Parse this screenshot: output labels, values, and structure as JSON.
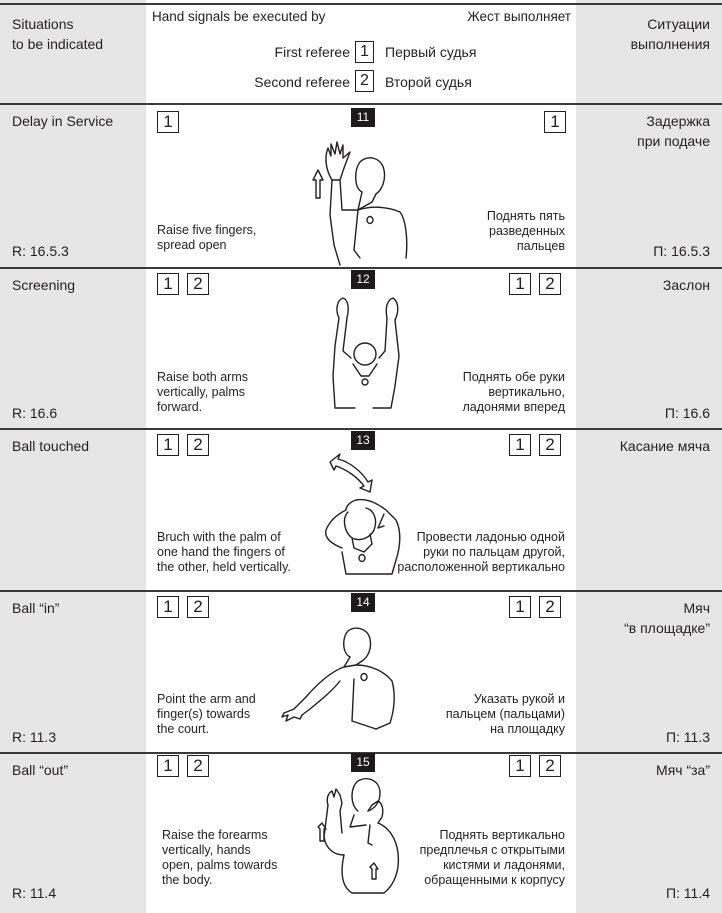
{
  "header": {
    "situations_en": [
      "Situations",
      "to be indicated"
    ],
    "executed_by_en": "Hand signals be executed by",
    "executed_by_ru": "Жест выполняет",
    "situations_ru": [
      "Ситуации",
      "выполнения"
    ],
    "legend": [
      {
        "en": "First referee",
        "num": "1",
        "ru": "Первый судья"
      },
      {
        "en": "Second referee",
        "num": "2",
        "ru": "Второй судья"
      }
    ]
  },
  "signals": [
    {
      "number": "11",
      "referees": [
        "1"
      ],
      "situation_en": [
        "Delay in Service"
      ],
      "rule_en": "R: 16.5.3",
      "situation_ru": [
        "Задержка",
        "при подаче"
      ],
      "rule_ru": "П: 16.5.3",
      "desc_en": [
        "Raise five fingers,",
        "spread open"
      ],
      "desc_ru": [
        "Поднять пять",
        "разведенных",
        "пальцев"
      ],
      "figure_icon": "referee-raised-five-fingers-icon"
    },
    {
      "number": "12",
      "referees": [
        "1",
        "2"
      ],
      "situation_en": [
        "Screening"
      ],
      "rule_en": "R: 16.6",
      "situation_ru": [
        "Заслон"
      ],
      "rule_ru": "П: 16.6",
      "desc_en": [
        "Raise both arms",
        "vertically, palms",
        "forward."
      ],
      "desc_ru": [
        "Поднять обе руки",
        "вертикально,",
        "ладонями вперед"
      ],
      "figure_icon": "referee-both-arms-raised-icon"
    },
    {
      "number": "13",
      "referees": [
        "1",
        "2"
      ],
      "situation_en": [
        "Ball touched"
      ],
      "rule_en": "",
      "situation_ru": [
        "Касание мяча"
      ],
      "rule_ru": "",
      "desc_en": [
        "Bruch with the palm of",
        "one hand the fingers of",
        "the other, held vertically."
      ],
      "desc_ru": [
        "Провести ладонью одной",
        "руки по пальцам другой,",
        "расположенной вертикально"
      ],
      "figure_icon": "referee-brush-fingers-icon"
    },
    {
      "number": "14",
      "referees": [
        "1",
        "2"
      ],
      "situation_en": [
        "Ball “in”"
      ],
      "rule_en": "R: 11.3",
      "situation_ru": [
        "Мяч",
        "“в площадке”"
      ],
      "rule_ru": "П: 11.3",
      "desc_en": [
        "Point the arm and",
        "finger(s) towards",
        "the court."
      ],
      "desc_ru": [
        "Указать рукой и",
        "пальцем (пальцами)",
        "на площадку"
      ],
      "figure_icon": "referee-point-to-court-icon"
    },
    {
      "number": "15",
      "referees": [
        "1",
        "2"
      ],
      "situation_en": [
        "Ball “out”"
      ],
      "rule_en": "R: 11.4",
      "situation_ru": [
        "Мяч “за”"
      ],
      "rule_ru": "П: 11.4",
      "desc_en": [
        "Raise the forearms",
        "vertically, hands",
        "open, palms towards",
        "the body."
      ],
      "desc_ru": [
        "Поднять вертикально",
        "предплечья с открытыми",
        "кистями и ладонями,",
        "обращенными к корпусу"
      ],
      "figure_icon": "referee-forearms-raised-icon"
    }
  ]
}
